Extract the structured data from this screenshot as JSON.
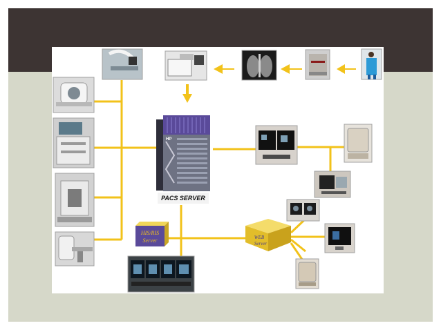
{
  "slide": {
    "title": ""
  },
  "diagram": {
    "pacs_server_label": "PACS SERVER",
    "his_ris_label": "HIS/RIS\nServer",
    "web_server_label": "WEB\nServer",
    "server_brand": "HP"
  },
  "colors": {
    "connector": "#f2c21a",
    "arrow": "#f2c21a",
    "title_bar": "#3d3433",
    "slide_background": "#d6d8c9",
    "server_purple": "#5a4a9a"
  }
}
